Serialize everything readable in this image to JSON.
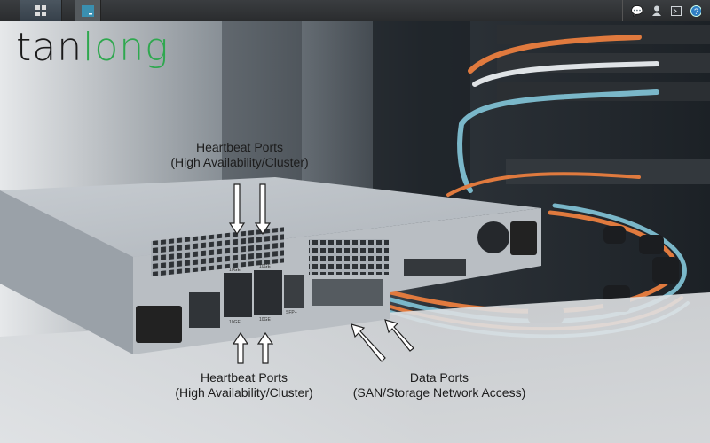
{
  "taskbar": {
    "home_icon": "grid-icon",
    "app_icon": "terminal-window-icon",
    "right_icons": [
      "chat-icon",
      "user-icon",
      "terminal-icon",
      "help-icon"
    ]
  },
  "logo": {
    "text_dark": "tan",
    "text_green": "long",
    "brand_color": "#2fa84f"
  },
  "labels": {
    "heartbeat_top": {
      "line1": "Heartbeat Ports",
      "line2": "(High Availability/Cluster)"
    },
    "heartbeat_bottom": {
      "line1": "Heartbeat Ports",
      "line2": "(High Availability/Cluster)"
    },
    "data_ports": {
      "line1": "Data Ports",
      "line2": "(SAN/Storage Network Access)"
    }
  },
  "port_labels": {
    "ge_top_left": "10GE",
    "ge_top_right": "10GE",
    "ge_bottom_left": "10GE",
    "ge_bottom_right": "10GE",
    "sfp": "SFP+"
  }
}
